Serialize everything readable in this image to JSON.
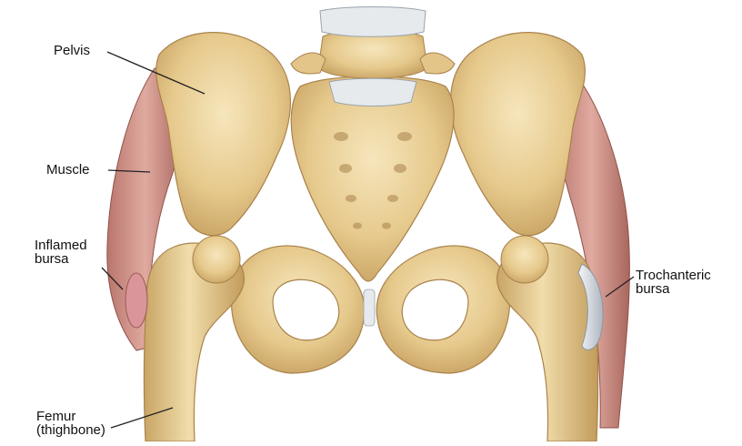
{
  "colors": {
    "bone": "#e9cf96",
    "bone_shadow": "#c9a565",
    "bone_dark": "#a9824a",
    "cartilage": "#dfe3e6",
    "muscle": "#c58a82",
    "muscle_dark": "#9a5a52",
    "bursa": "#d8dde4",
    "leader": "#222222"
  },
  "labels": {
    "pelvis": "Pelvis",
    "muscle": "Muscle",
    "inflamed_bursa": [
      "Inflamed",
      "bursa"
    ],
    "trochanteric_bursa": [
      "Trochanteric",
      "bursa"
    ],
    "femur": [
      "Femur",
      "(thighbone)"
    ]
  }
}
